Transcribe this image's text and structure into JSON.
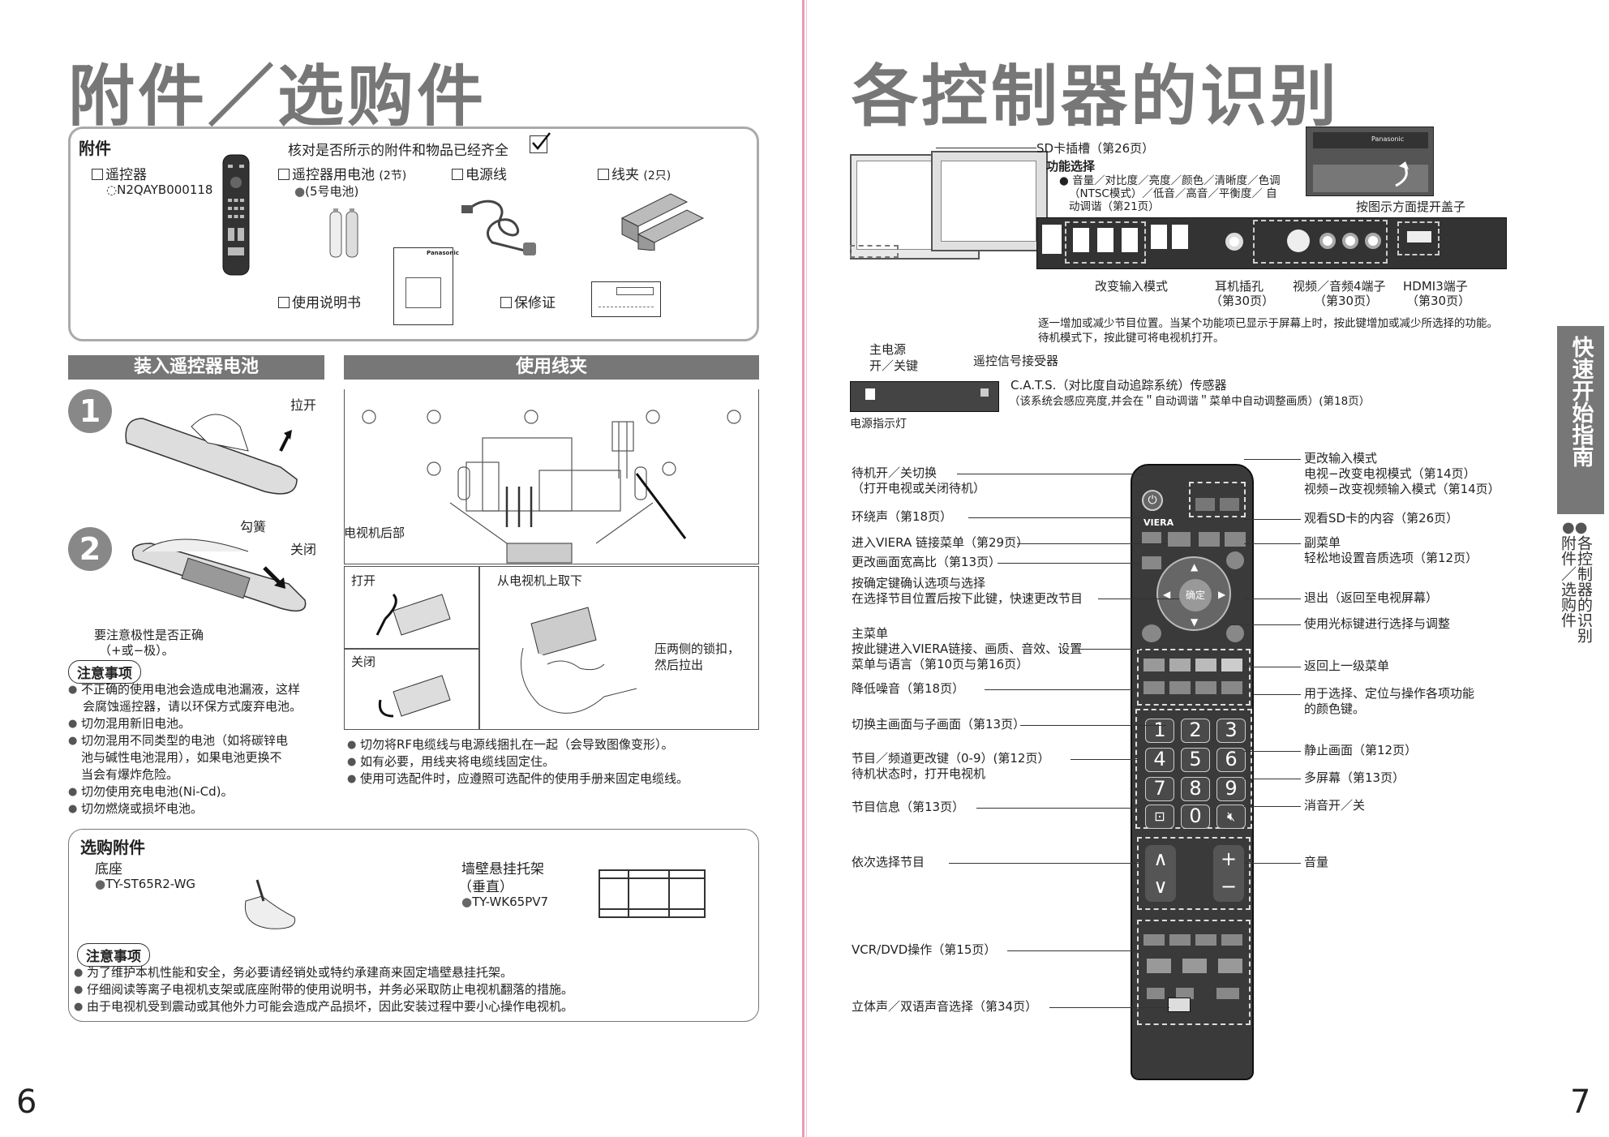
{
  "left": {
    "title": "附件／选购件",
    "accessories": {
      "heading": "附件",
      "check_note": "核对是否所示的附件和物品已经齐全",
      "remote": {
        "label": "遥控器",
        "model": "N2QAYB000118"
      },
      "batteries": {
        "label": "遥控器用电池",
        "count": "(2节)",
        "type": "(5号电池)"
      },
      "power_cord": {
        "label": "电源线"
      },
      "clamp": {
        "label": "线夹",
        "count": "(2只)"
      },
      "manual": {
        "label": "使用说明书",
        "brand": "Panasonic"
      },
      "warranty": {
        "label": "保修证"
      }
    },
    "battery_section": {
      "title": "装入遥控器电池",
      "step1": "1",
      "step2": "2",
      "pull_open": "拉开",
      "hook": "勾簧",
      "close": "关闭",
      "polarity": "要注意极性是否正确",
      "polarity2": "（+或−极）。",
      "note_title": "注意事项",
      "notes": [
        "不正确的使用电池会造成电池漏液，这样",
        "会腐蚀遥控器，请以环保方式废弃电池。",
        "切勿混用新旧电池。",
        "切勿混用不同类型的电池（如将碳锌电",
        "池与碱性电池混用），如果电池更换不",
        "当会有爆炸危险。",
        "切勿使用充电电池(Ni-Cd)。",
        "切勿燃烧或损坏电池。"
      ]
    },
    "clamp_section": {
      "title": "使用线夹",
      "tv_back": "电视机后部",
      "open": "打开",
      "close": "关闭",
      "remove": "从电视机上取下",
      "press": "压两侧的锁扣，",
      "pull": "然后拉出",
      "notes": [
        "切勿将RF电缆线与电源线捆扎在一起（会导致图像变形）。",
        "如有必要，用线夹将电缆线固定住。",
        "使用可选配件时，应遵照可选配件的使用手册来固定电缆线。"
      ]
    },
    "optional": {
      "heading": "选购附件",
      "stand": {
        "label": "底座",
        "model": "TY-ST65R2-WG"
      },
      "bracket": {
        "label": "墙壁悬挂托架",
        "label2": "（垂直）",
        "model": "TY-WK65PV7"
      },
      "note_title": "注意事项",
      "notes": [
        "为了维护本机性能和安全，务必要请经销处或特约承建商来固定墙壁悬挂托架。",
        "仔细阅读等离子电视机支架或底座附带的使用说明书，并务必采取防止电视机翻落的措施。",
        "由于电视机受到震动或其他外力可能会造成产品损坏，因此安装过程中要小心操作电视机。"
      ]
    },
    "page_number": "6"
  },
  "right": {
    "title": "各控制器的识别",
    "tv_panel": {
      "sd_slot": "SD卡插槽（第26页）",
      "func_select": "功能选择",
      "func_desc1": "音量／对比度／亮度／颜色／清晰度／色调",
      "func_desc2": "（NTSC模式）／低音／高音／平衡度／ 自",
      "func_desc3": "动调谐（第21页）",
      "cover_note": "按图示方面提开盖子",
      "brand": "Panasonic",
      "input_mode": "改变输入模式",
      "headphone": "耳机插孔",
      "headphone_page": "（第30页）",
      "av4": "视频／音频4端子",
      "av4_page": "（第30页）",
      "hdmi3": "HDMI3端子",
      "hdmi3_page": "（第30页）",
      "chan_desc1": "逐一增加或减少节目位置。当某个功能项已显示于屏幕上时，按此键增加或减少所选择的功能。",
      "chan_desc2": "待机模式下，按此键可将电视机打开。",
      "main_power": "主电源",
      "main_power2": "开／关键",
      "remote_sensor": "遥控信号接受器",
      "cats": "C.A.T.S.（对比度自动追踪系统）传感器",
      "cats_desc": "（该系统会感应亮度,并会在＂自动调谐＂菜单中自动调整画质）(第18页）",
      "power_led": "电源指示灯"
    },
    "remote_left": [
      {
        "l1": "待机开／关切换",
        "l2": "（打开电视或关闭待机）"
      },
      {
        "l1": "环绕声（第18页）"
      },
      {
        "l1": "进入VIERA 链接菜单（第29页）"
      },
      {
        "l1": "更改画面宽高比（第13页）"
      },
      {
        "l1": "按确定键确认选项与选择",
        "l2": "在选择节目位置后按下此键，快速更改节目"
      },
      {
        "l1": "主菜单",
        "l2": "按此键进入VIERA链接、画质、音效、设置",
        "l3": "菜单与语言（第10页与第16页）"
      },
      {
        "l1": "降低噪音（第18页）"
      },
      {
        "l1": "切换主画面与子画面（第13页）"
      },
      {
        "l1": "节目／频道更改键（0-9）(第12页）",
        "l2": "待机状态时，打开电视机"
      },
      {
        "l1": "节目信息（第13页）"
      },
      {
        "l1": "依次选择节目"
      },
      {
        "l1": "VCR/DVD操作（第15页）"
      },
      {
        "l1": "立体声／双语声音选择（第34页）"
      }
    ],
    "remote_right": [
      {
        "l1": "更改输入模式",
        "l2": "电视−改变电视模式（第14页）",
        "l3": "视频−改变视频输入模式（第14页）"
      },
      {
        "l1": "观看SD卡的内容（第26页）"
      },
      {
        "l1": "副菜单",
        "l2": "轻松地设置音质选项（第12页）"
      },
      {
        "l1": "退出（返回至电视屏幕）"
      },
      {
        "l1": "使用光标键进行选择与调整"
      },
      {
        "l1": "返回上一级菜单"
      },
      {
        "l1": "用于选择、定位与操作各项功能",
        "l2": "的颜色键。"
      },
      {
        "l1": "静止画面（第12页）"
      },
      {
        "l1": "多屏幕（第13页）"
      },
      {
        "l1": "消音开／关"
      },
      {
        "l1": "音量"
      }
    ],
    "remote_keys": {
      "digits": [
        "1",
        "2",
        "3",
        "4",
        "5",
        "6",
        "7",
        "8",
        "9",
        "0"
      ],
      "ok": "确定",
      "brand": "VIERA"
    },
    "side_tab": "快速开始指南",
    "side_sub1": "附件／选购件",
    "side_sub2": "各控制器的识别",
    "page_number": "7"
  }
}
